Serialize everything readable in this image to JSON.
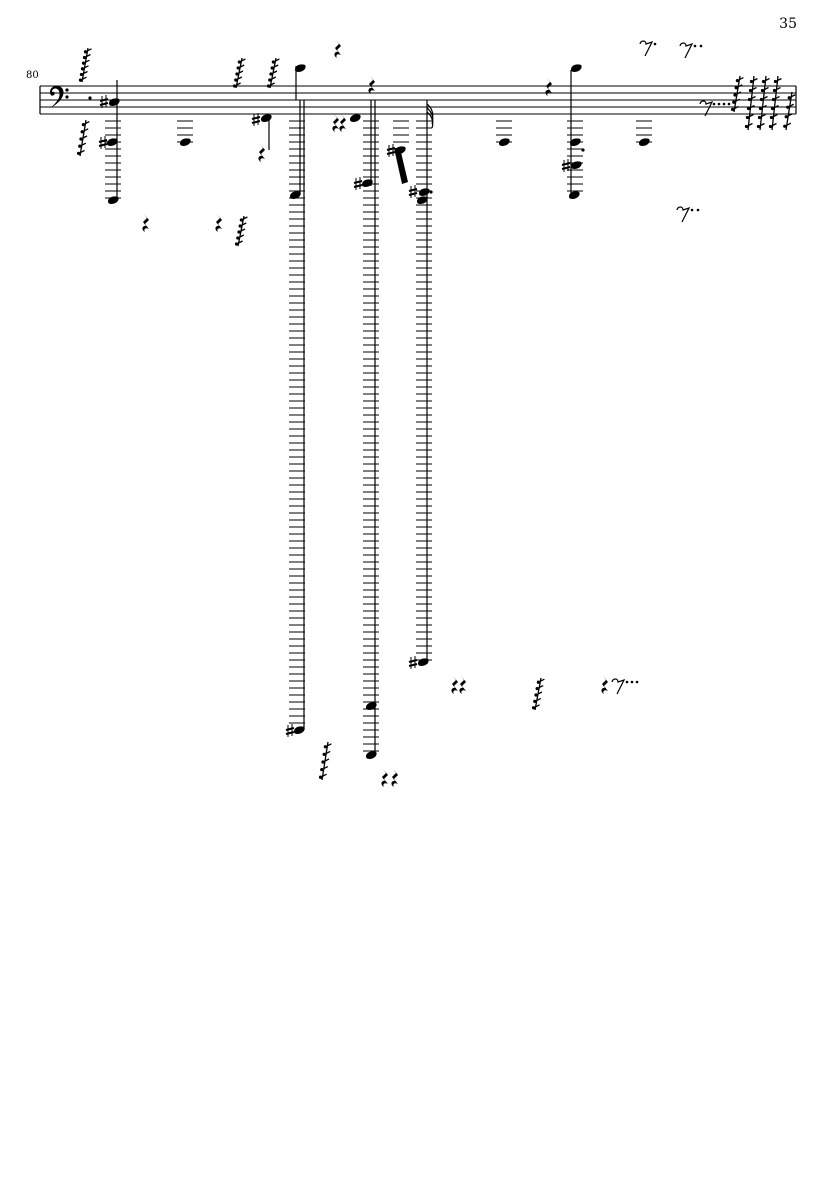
{
  "page": {
    "number": "35"
  },
  "system": {
    "measure_number": "80",
    "clef": "bass-clef-icon",
    "staff_lines": 5
  },
  "colors": {
    "ink": "#000000",
    "paper": "#ffffff"
  }
}
